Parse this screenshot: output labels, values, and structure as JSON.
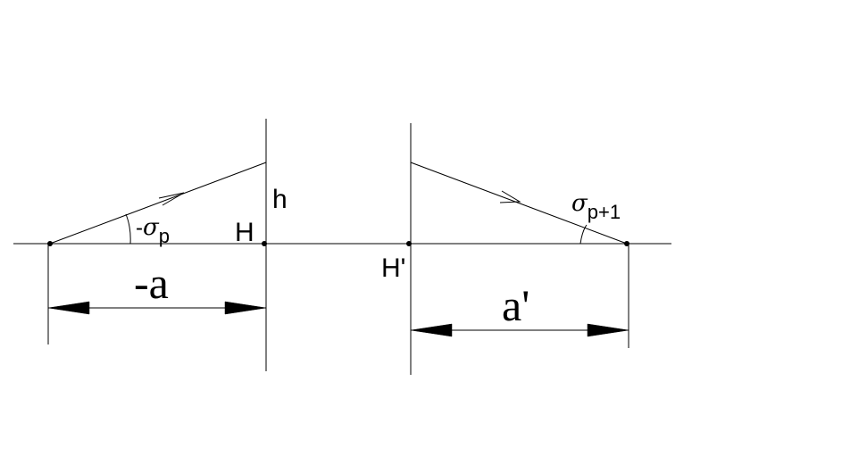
{
  "labels": {
    "h": "h",
    "H": "H",
    "H_prime": "H'",
    "neg_a": "-a",
    "a_prime": "a'",
    "angle_left_prefix": "-",
    "angle_left_symbol": "σ",
    "angle_left_subscript": "p",
    "angle_right_symbol": "σ",
    "angle_right_subscript": "p+1"
  },
  "colors": {
    "ink": "#000000",
    "background": "#ffffff"
  }
}
